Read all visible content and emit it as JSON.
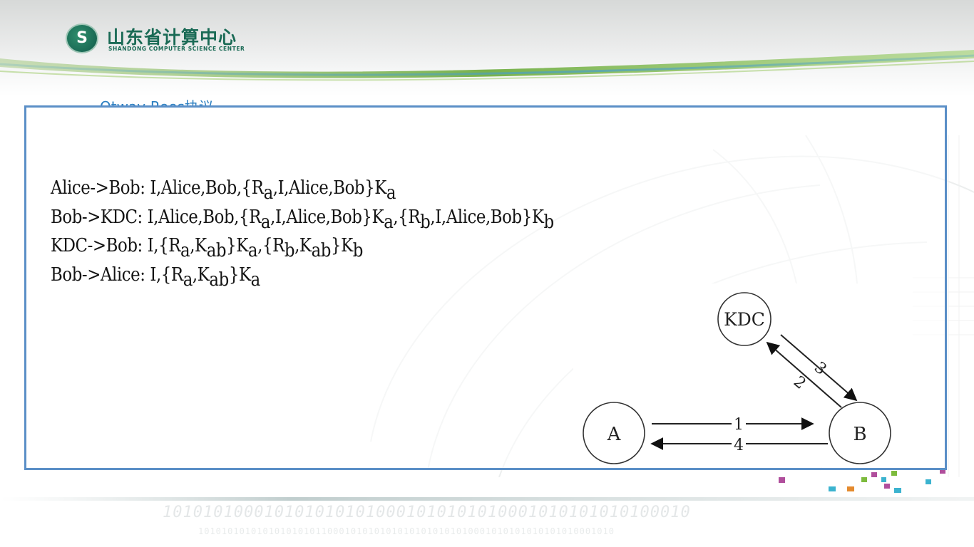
{
  "logo": {
    "icon_letter": "S",
    "name_cn": "山东省计算中心",
    "name_en": "SHANDONG COMPUTER SCIENCE CENTER"
  },
  "slide": {
    "title_partial": "Otway-Rees协议",
    "protocol_lines": [
      {
        "sender": "Alice",
        "receiver": "Bob",
        "text_html": "Alice-&gt;Bob: I,Alice,Bob,{R<sub>a</sub>,I,Alice,Bob}K<sub>a</sub>"
      },
      {
        "sender": "Bob",
        "receiver": "KDC",
        "text_html": "Bob-&gt;KDC: I,Alice,Bob,{R<sub>a</sub>,I,Alice,Bob}K<sub>a</sub>,{R<sub>b</sub>,I,Alice,Bob}K<sub>b</sub>"
      },
      {
        "sender": "KDC",
        "receiver": "Bob",
        "text_html": "KDC-&gt;Bob: I,{R<sub>a</sub>,K<sub>ab</sub>}K<sub>a</sub>,{R<sub>b</sub>,K<sub>ab</sub>}K<sub>b</sub>"
      },
      {
        "sender": "Bob",
        "receiver": "Alice",
        "text_html": "Bob-&gt;Alice: I,{R<sub>a</sub>,K<sub>ab</sub>}K<sub>a</sub>"
      }
    ]
  },
  "diagram": {
    "nodes": {
      "kdc": "KDC",
      "a": "A",
      "b": "B"
    },
    "edges": {
      "e1": "1",
      "e2": "2",
      "e3": "3",
      "e4": "4"
    }
  },
  "footer": {
    "binary_large": "1010101000101010101010001010101010001010101010100010",
    "binary_small": "10101010101010101010110001010101010101010101010001010101010101010001010"
  }
}
